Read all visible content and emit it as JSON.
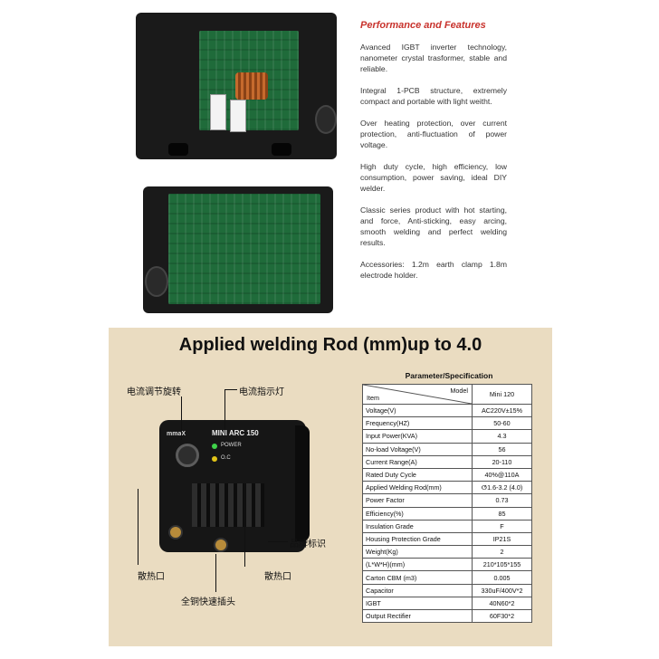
{
  "features": {
    "heading": "Performance and Features",
    "items": [
      "Avanced IGBT inverter technology, nanometer crystal trasformer, stable and reliable.",
      "Integral 1-PCB structure, extremely compact and portable with light weitht.",
      "Over heating protection, over current protection, anti-fluctuation of power voltage.",
      "High duty cycle, high efficiency, low consumption, power saving, ideal DIY welder.",
      "Classic series product with hot starting, and force, Anti-sticking, easy arcing, smooth welding and perfect welding results.",
      "Accessories: 1.2m earth clamp 1.8m electrode holder."
    ]
  },
  "panel": {
    "title": "Applied welding Rod (mm)up to 4.0",
    "callouts": {
      "current_knob": "电流调节旋转",
      "current_light": "电流指示灯",
      "brand_label": "品牌标识",
      "vent_left": "散热口",
      "vent_right": "散热口",
      "copper_plug": "全铜快速插头"
    },
    "device": {
      "brand": "mmaX",
      "model": "MINI ARC 150",
      "power_label": "POWER",
      "oc_label": "O.C"
    }
  },
  "spec": {
    "heading": "Parameter/Specification",
    "header_item": "Item",
    "header_model": "Model",
    "header_value": "Mini 120",
    "rows": [
      {
        "label": "Voltage(V)",
        "value": "AC220V±15%"
      },
      {
        "label": "Frequency(HZ)",
        "value": "50-60"
      },
      {
        "label": "Input Power(KVA)",
        "value": "4.3"
      },
      {
        "label": "No-load Voltage(V)",
        "value": "56"
      },
      {
        "label": "Current Range(A)",
        "value": "20-110"
      },
      {
        "label": "Rated Duty Cycle",
        "value": "40%@110A"
      },
      {
        "label": "Applied Welding Rod(mm)",
        "value": "ⵚ1.6-3.2 (4.0)"
      },
      {
        "label": "Power Factor",
        "value": "0.73"
      },
      {
        "label": "Efficiency(%)",
        "value": "85"
      },
      {
        "label": "Insulation Grade",
        "value": "F"
      },
      {
        "label": "Housing Protection Grade",
        "value": "IP21S"
      },
      {
        "label": "Weight(Kg)",
        "value": "2"
      },
      {
        "label": "(L*W*H)(mm)",
        "value": "210*105*155"
      },
      {
        "label": "Carton CBM (m3)",
        "value": "0.005"
      },
      {
        "label": "Capacitor",
        "value": "330uF/400V*2"
      },
      {
        "label": "IGBT",
        "value": "40N60*2"
      },
      {
        "label": "Output Rectifier",
        "value": "60F30*2"
      }
    ]
  },
  "colors": {
    "accent": "#c8322c",
    "panel_bg": "#eadcc1",
    "pcb_green": "#1f6b3a"
  }
}
